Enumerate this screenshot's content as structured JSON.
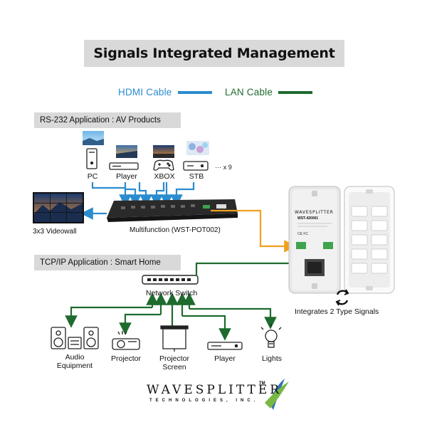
{
  "title": "Signals Integrated Management",
  "legend": {
    "hdmi": {
      "label": "HDMI Cable",
      "color": "#2b8ccf"
    },
    "lan": {
      "label": "LAN Cable",
      "color": "#1e6b2e"
    }
  },
  "accent_color": "#f0a020",
  "rs232": {
    "heading": "RS-232 Application : AV Products",
    "sources": [
      {
        "label": "PC",
        "icon": "pc-tower-icon"
      },
      {
        "label": "Player",
        "icon": "media-player-icon"
      },
      {
        "label": "XBOX",
        "icon": "game-controller-icon"
      },
      {
        "label": "STB",
        "icon": "set-top-box-icon"
      }
    ],
    "more": "··· x 9",
    "videowall": "3x3 Videowall",
    "matrix_caption": "Multifunction (WST-POT002)"
  },
  "tcpip": {
    "heading": "TCP/IP Application : Smart Home",
    "switch_label": "Network Switch",
    "devices": [
      {
        "label": "Audio\nEquipment",
        "icon": "speaker-icon"
      },
      {
        "label": "Projector",
        "icon": "projector-icon"
      },
      {
        "label": "Projector\nScreen",
        "icon": "projection-screen-icon"
      },
      {
        "label": "Player",
        "icon": "media-player-icon"
      },
      {
        "label": "Lights",
        "icon": "light-bulb-icon"
      }
    ]
  },
  "wallplate": {
    "brand": "WAVESPLITTER",
    "model": "WST-420001",
    "caption": "Integrates 2 Type Signals"
  },
  "footer": {
    "brand": "WAVESPLITTER",
    "tm": "TM",
    "tagline": "TECHNOLOGIES, INC."
  }
}
